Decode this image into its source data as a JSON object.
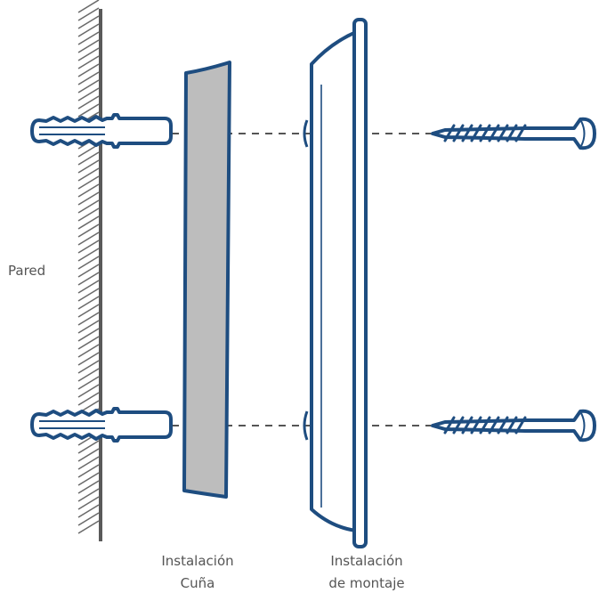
{
  "labels": {
    "wall": "Pared",
    "wedge_line1": "Instalación",
    "wedge_line2": "Cuña",
    "mount_line1": "Instalación",
    "mount_line2": "de montaje"
  },
  "colors": {
    "outline": "#1e4d80",
    "wall": "#6a6a6a",
    "wedge_fill": "#bdbdbd",
    "text": "#555555"
  },
  "icons": [
    "wall-hatch",
    "wall-anchor-icon",
    "wedge-plate",
    "mounting-plate",
    "screw-icon"
  ]
}
